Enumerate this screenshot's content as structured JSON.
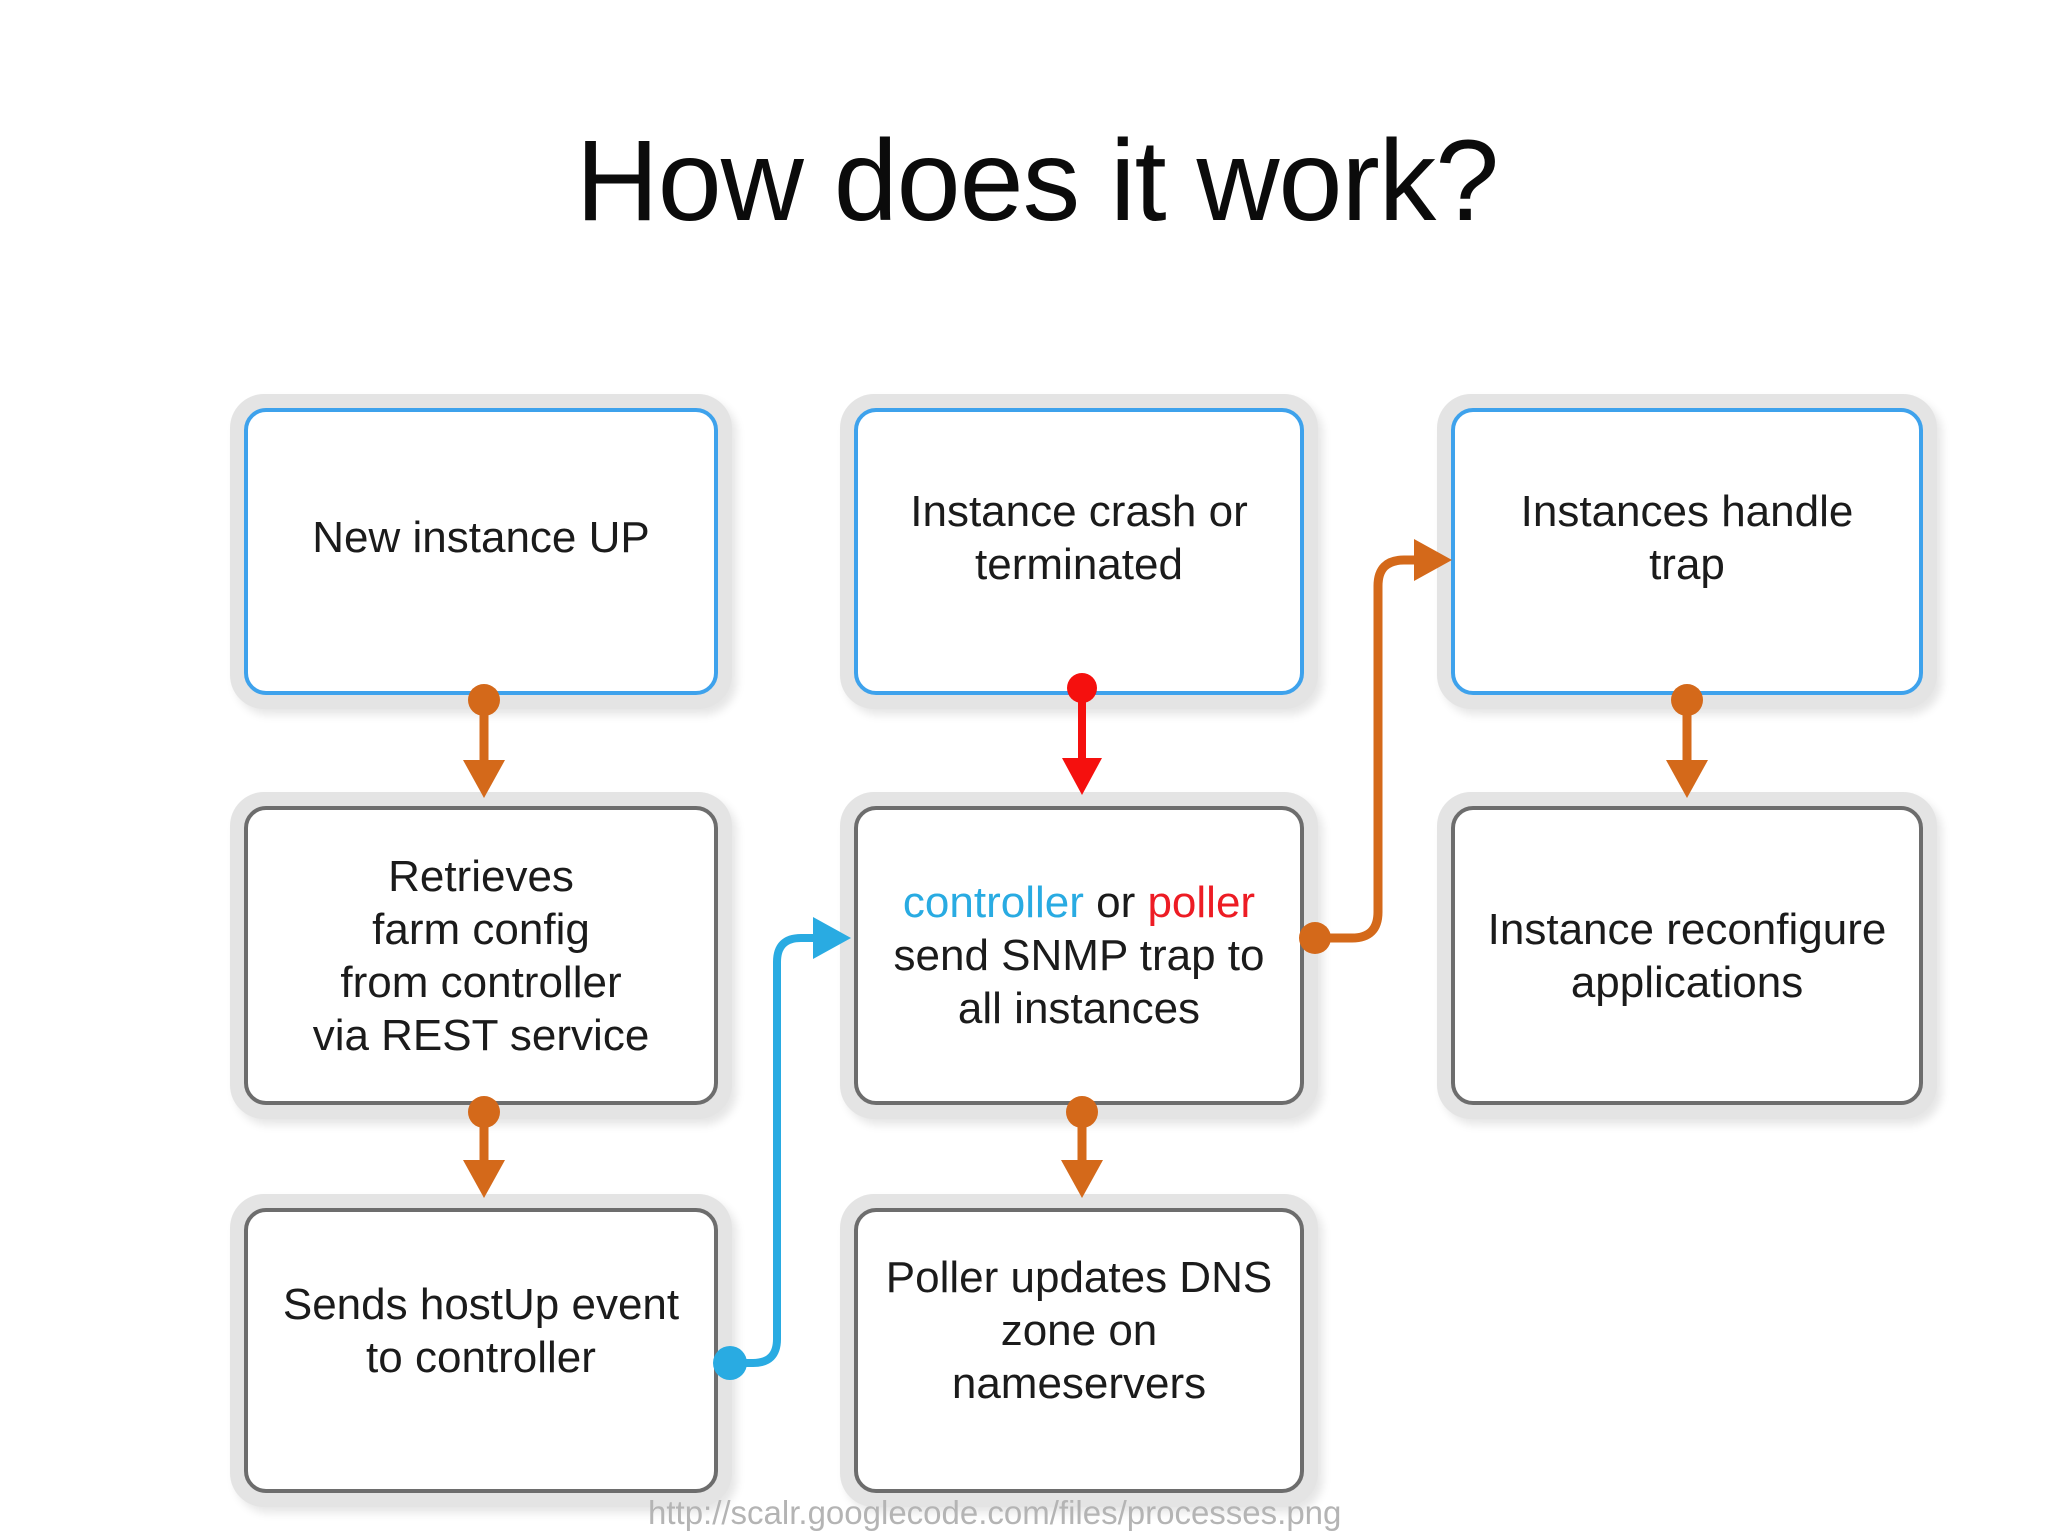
{
  "title": "How does it work?",
  "footer_caption": "http://scalr.googlecode.com/files/processes.png",
  "colors": {
    "accent_orange": "#d4691a",
    "accent_red": "#f5100e",
    "accent_blue": "#29abe2",
    "poller_red": "#ed1c24",
    "blue_box_border": "#3ea2ec",
    "gray_box_border": "#6d6d6d",
    "frame_gray": "#e4e4e4",
    "text_black": "#1b1b1b",
    "footer_gray": "#b4b4b4"
  },
  "boxes": {
    "new_instance_up": {
      "border": "blue_box_border",
      "lines": [
        [
          {
            "text": "New instance UP"
          }
        ]
      ]
    },
    "instance_crash": {
      "border": "blue_box_border",
      "lines": [
        [
          {
            "text": "Instance crash or"
          }
        ],
        [
          {
            "text": "terminated"
          }
        ]
      ]
    },
    "instances_handle_trap": {
      "border": "blue_box_border",
      "lines": [
        [
          {
            "text": "Instances handle"
          }
        ],
        [
          {
            "text": "trap"
          }
        ]
      ]
    },
    "retrieves_farm_config": {
      "border": "gray_box_border",
      "lines": [
        [
          {
            "text": "Retrieves"
          }
        ],
        [
          {
            "text": "farm config"
          }
        ],
        [
          {
            "text": "from controller"
          }
        ],
        [
          {
            "text": "via REST service"
          }
        ]
      ]
    },
    "controller_or_poller": {
      "border": "gray_box_border",
      "lines": [
        [
          {
            "text": "controller",
            "color": "accent_blue"
          },
          {
            "text": " or ",
            "color": "text_black"
          },
          {
            "text": "poller",
            "color": "poller_red"
          }
        ],
        [
          {
            "text": "send SNMP trap to"
          }
        ],
        [
          {
            "text": "all instances"
          }
        ]
      ]
    },
    "instance_reconfigure": {
      "border": "gray_box_border",
      "lines": [
        [
          {
            "text": "Instance reconfigure"
          }
        ],
        [
          {
            "text": "applications"
          }
        ]
      ]
    },
    "sends_hostup": {
      "border": "gray_box_border",
      "lines": [
        [
          {
            "text": "Sends hostUp event"
          }
        ],
        [
          {
            "text": "to controller"
          }
        ]
      ]
    },
    "poller_updates_dns": {
      "border": "gray_box_border",
      "lines": [
        [
          {
            "text": "Poller updates DNS"
          }
        ],
        [
          {
            "text": "zone on"
          }
        ],
        [
          {
            "text": "nameservers"
          }
        ]
      ]
    }
  },
  "connectors": [
    {
      "name": "new-instance-to-retrieves",
      "from": "new_instance_up",
      "to": "retrieves_farm_config",
      "color": "accent_orange"
    },
    {
      "name": "crash-to-snmp",
      "from": "instance_crash",
      "to": "controller_or_poller",
      "color": "accent_red"
    },
    {
      "name": "handle-trap-to-reconfigure",
      "from": "instances_handle_trap",
      "to": "instance_reconfigure",
      "color": "accent_orange"
    },
    {
      "name": "retrieves-to-sends-hostup",
      "from": "retrieves_farm_config",
      "to": "sends_hostup",
      "color": "accent_orange"
    },
    {
      "name": "snmp-to-poller-updates",
      "from": "controller_or_poller",
      "to": "poller_updates_dns",
      "color": "accent_orange"
    },
    {
      "name": "snmp-to-handle-trap",
      "from": "controller_or_poller",
      "to": "instances_handle_trap",
      "color": "accent_orange"
    },
    {
      "name": "sends-hostup-to-snmp",
      "from": "sends_hostup",
      "to": "controller_or_poller",
      "color": "accent_blue"
    }
  ]
}
